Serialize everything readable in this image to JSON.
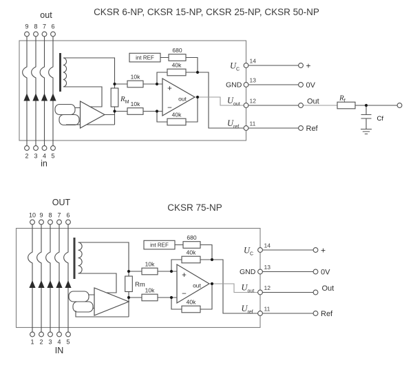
{
  "top": {
    "title": "CKSR 6-NP, CKSR 15-NP, CKSR 25-NP, CKSR 50-NP",
    "out_label": "out",
    "in_label": "in",
    "pins_top": [
      "9",
      "8",
      "7",
      "6"
    ],
    "pins_bottom": [
      "2",
      "3",
      "4",
      "5"
    ],
    "int_ref": "int REF",
    "r680": "680",
    "r40k_top": "40k",
    "r10k_top": "10k",
    "r10k_bot": "10k",
    "r40k_bot": "40k",
    "rm": {
      "main": "R",
      "sub": "M"
    },
    "amp": {
      "plus": "+",
      "minus": "−",
      "out": "out"
    },
    "right_pins": [
      {
        "label": "U",
        "sub": "C",
        "num": "14",
        "term": "+"
      },
      {
        "label": "GND",
        "sub": "",
        "num": "13",
        "term": "0V"
      },
      {
        "label": "U",
        "sub": "out",
        "num": "12",
        "term": "Out"
      },
      {
        "label": "U",
        "sub": "ref",
        "num": "11",
        "term": "Ref"
      }
    ],
    "filter": {
      "rf": "R",
      "rf_sub": "f",
      "cf": "Cf"
    }
  },
  "bottom": {
    "title": "CKSR 75-NP",
    "out_label": "OUT",
    "in_label": "IN",
    "pins_top": [
      "10",
      "9",
      "8",
      "7",
      "6"
    ],
    "pins_bottom": [
      "1",
      "2",
      "3",
      "4",
      "5"
    ],
    "int_ref": "int REF",
    "r680": "680",
    "r40k_top": "40k",
    "r10k_top": "10k",
    "r10k_bot": "10k",
    "r40k_bot": "40k",
    "rm": {
      "main": "Rm"
    },
    "amp": {
      "plus": "+",
      "minus": "−",
      "out": "out"
    },
    "right_pins": [
      {
        "label": "U",
        "sub": "C",
        "num": "14",
        "term": "+"
      },
      {
        "label": "GND",
        "sub": "",
        "num": "13",
        "term": "0V"
      },
      {
        "label": "U",
        "sub": "out",
        "num": "12",
        "term": "Out"
      },
      {
        "label": "U",
        "sub": "ref",
        "num": "11",
        "term": "Ref"
      }
    ]
  }
}
